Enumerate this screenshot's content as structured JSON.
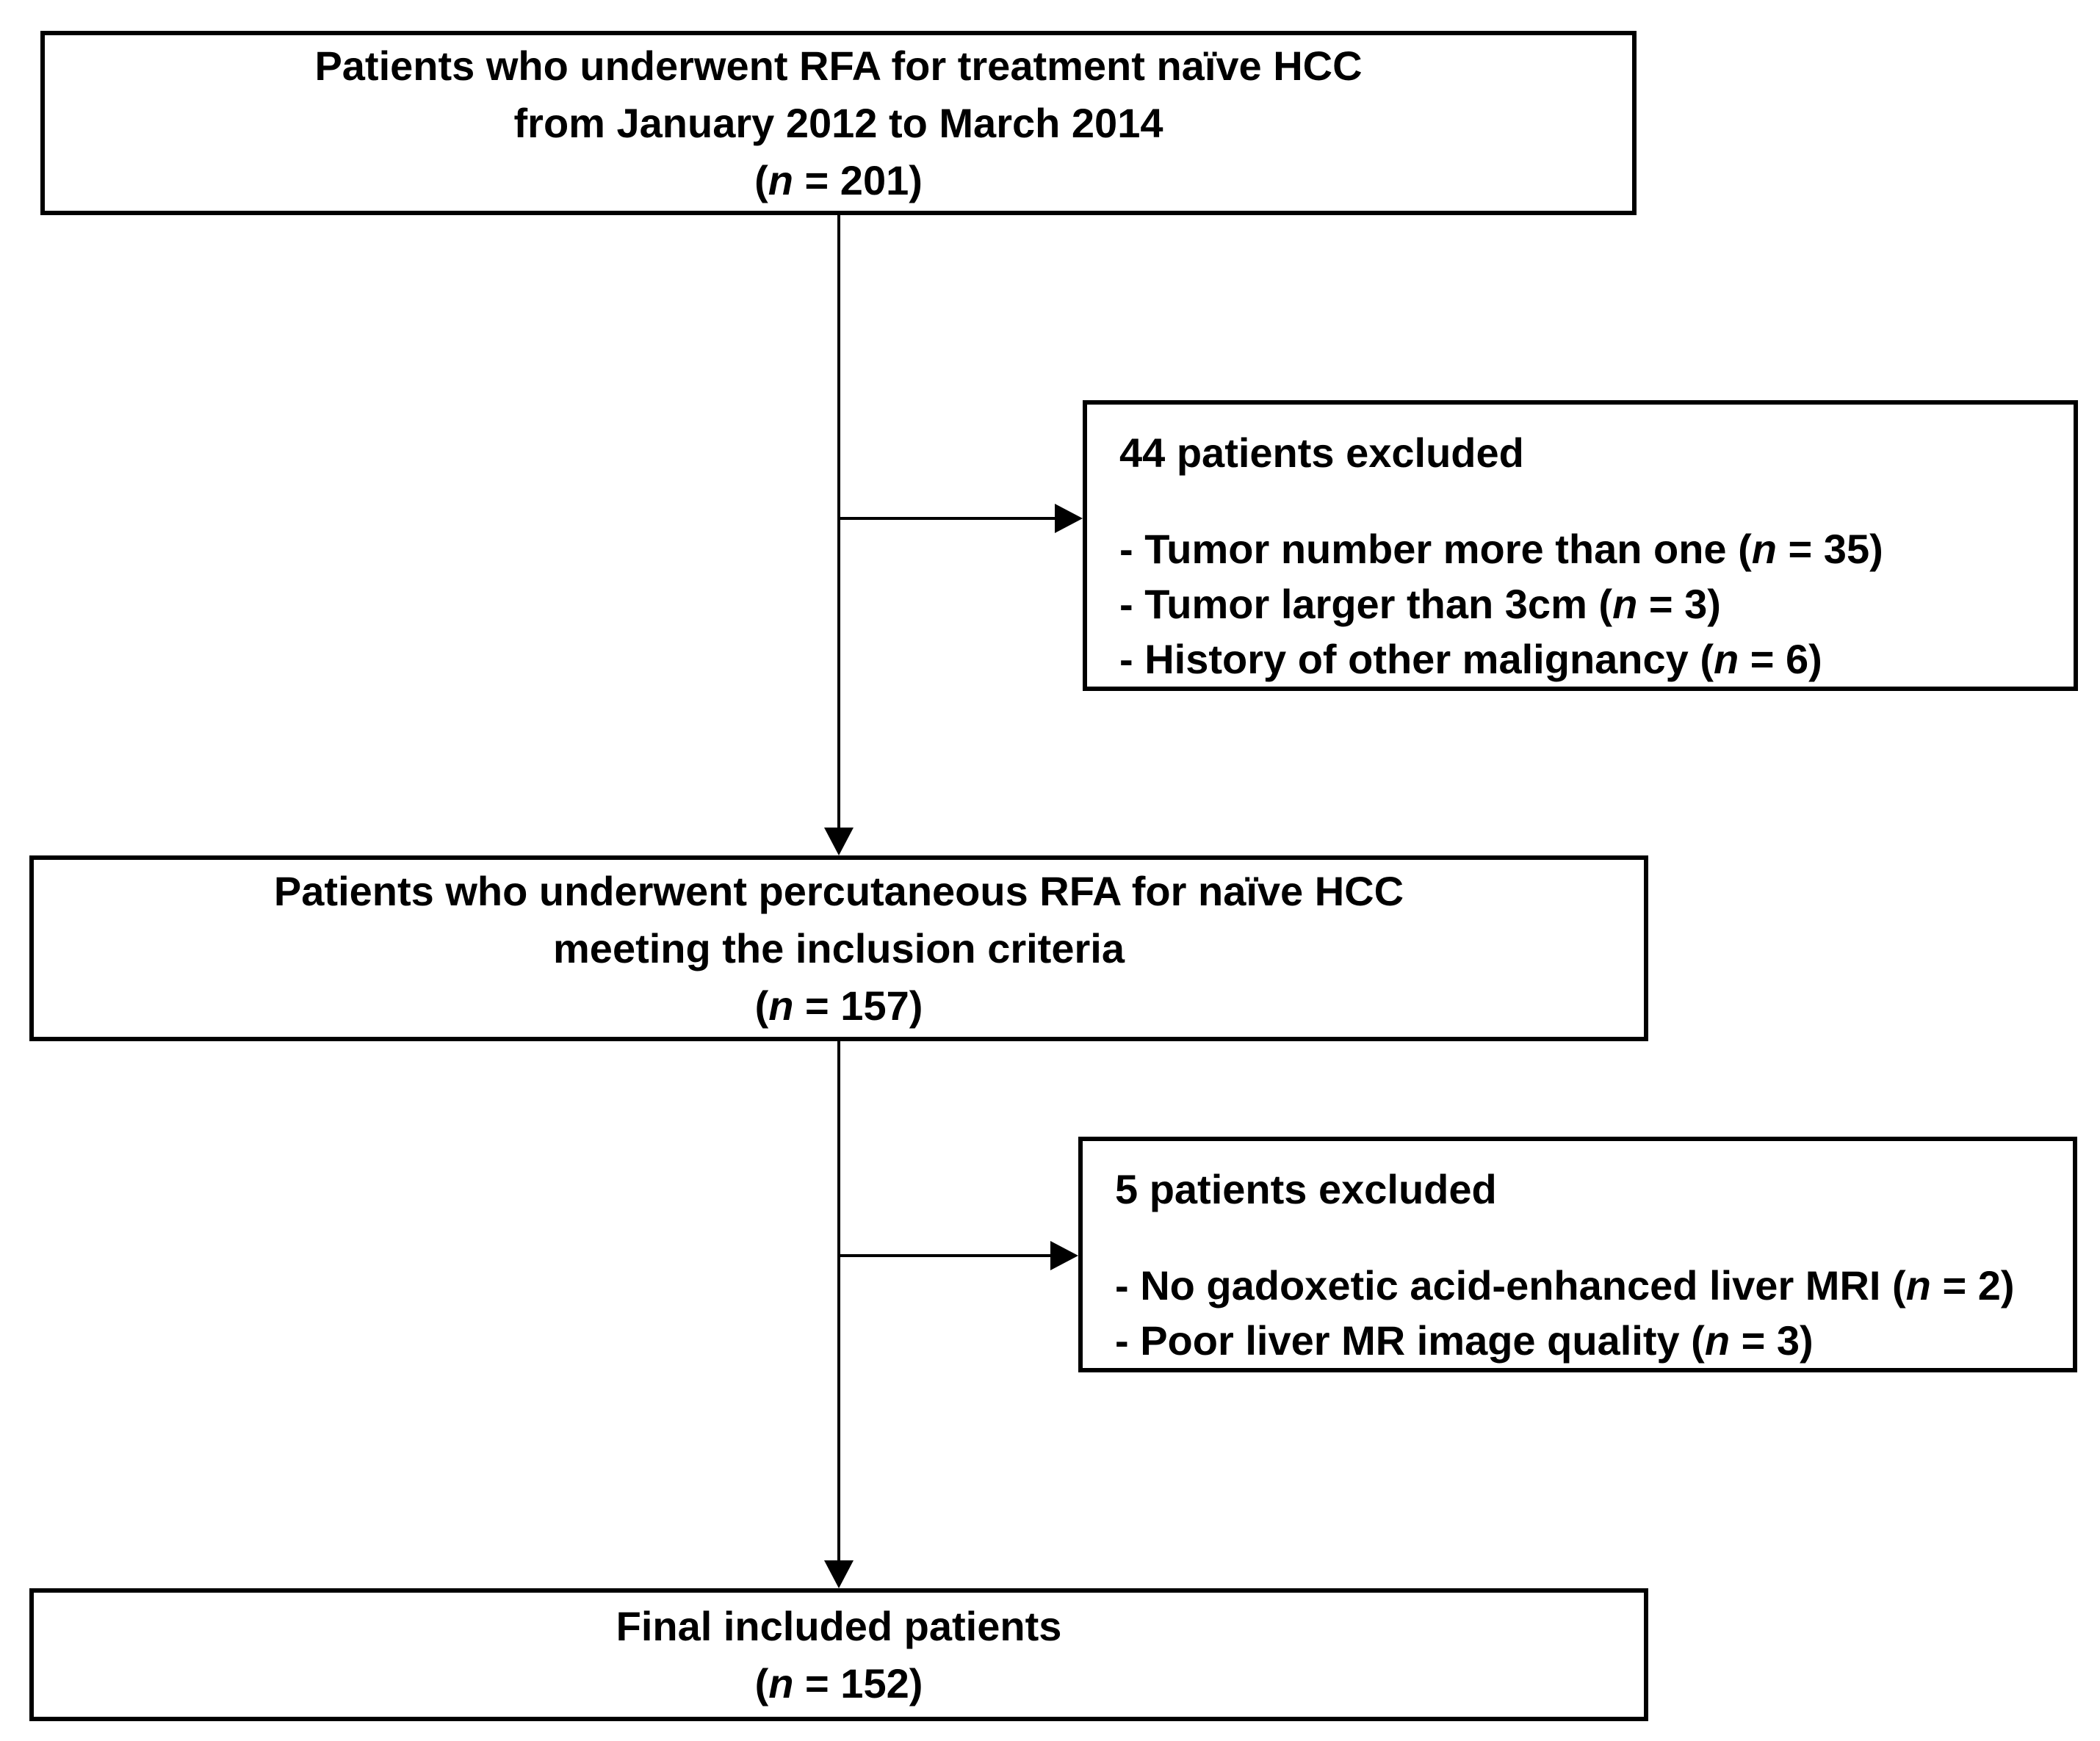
{
  "diagram": {
    "colors": {
      "background": "#ffffff",
      "box_border": "#000000",
      "text": "#000000"
    },
    "boxes": {
      "enrollment": {
        "line1": "Patients who underwent RFA for treatment naïve HCC",
        "line2": "from January 2012 to March 2014",
        "n_open": "(",
        "n_symbol": "n",
        "n_close": " = 201)"
      },
      "exclusion1": {
        "title": "44 patients excluded",
        "items": [
          {
            "text": "- Tumor number more than one ",
            "n_open": "(",
            "n_symbol": "n",
            "n_close": " = 35)"
          },
          {
            "text": "- Tumor larger than 3cm ",
            "n_open": "(",
            "n_symbol": "n",
            "n_close": " = 3)"
          },
          {
            "text": "- History of other malignancy ",
            "n_open": "(",
            "n_symbol": "n",
            "n_close": " = 6)"
          }
        ]
      },
      "inclusion": {
        "line1": "Patients who underwent percutaneous RFA for naïve HCC",
        "line2": "meeting the inclusion criteria",
        "n_open": "(",
        "n_symbol": "n",
        "n_close": " = 157)"
      },
      "exclusion2": {
        "title": "5 patients excluded",
        "items": [
          {
            "text": "- No gadoxetic acid-enhanced liver MRI ",
            "n_open": "(",
            "n_symbol": "n",
            "n_close": " = 2)"
          },
          {
            "text": "- Poor liver MR image quality ",
            "n_open": "(",
            "n_symbol": "n",
            "n_close": " = 3)"
          }
        ]
      },
      "final": {
        "line1": "Final included patients",
        "n_open": "(",
        "n_symbol": "n",
        "n_close": " = 152)"
      }
    }
  }
}
